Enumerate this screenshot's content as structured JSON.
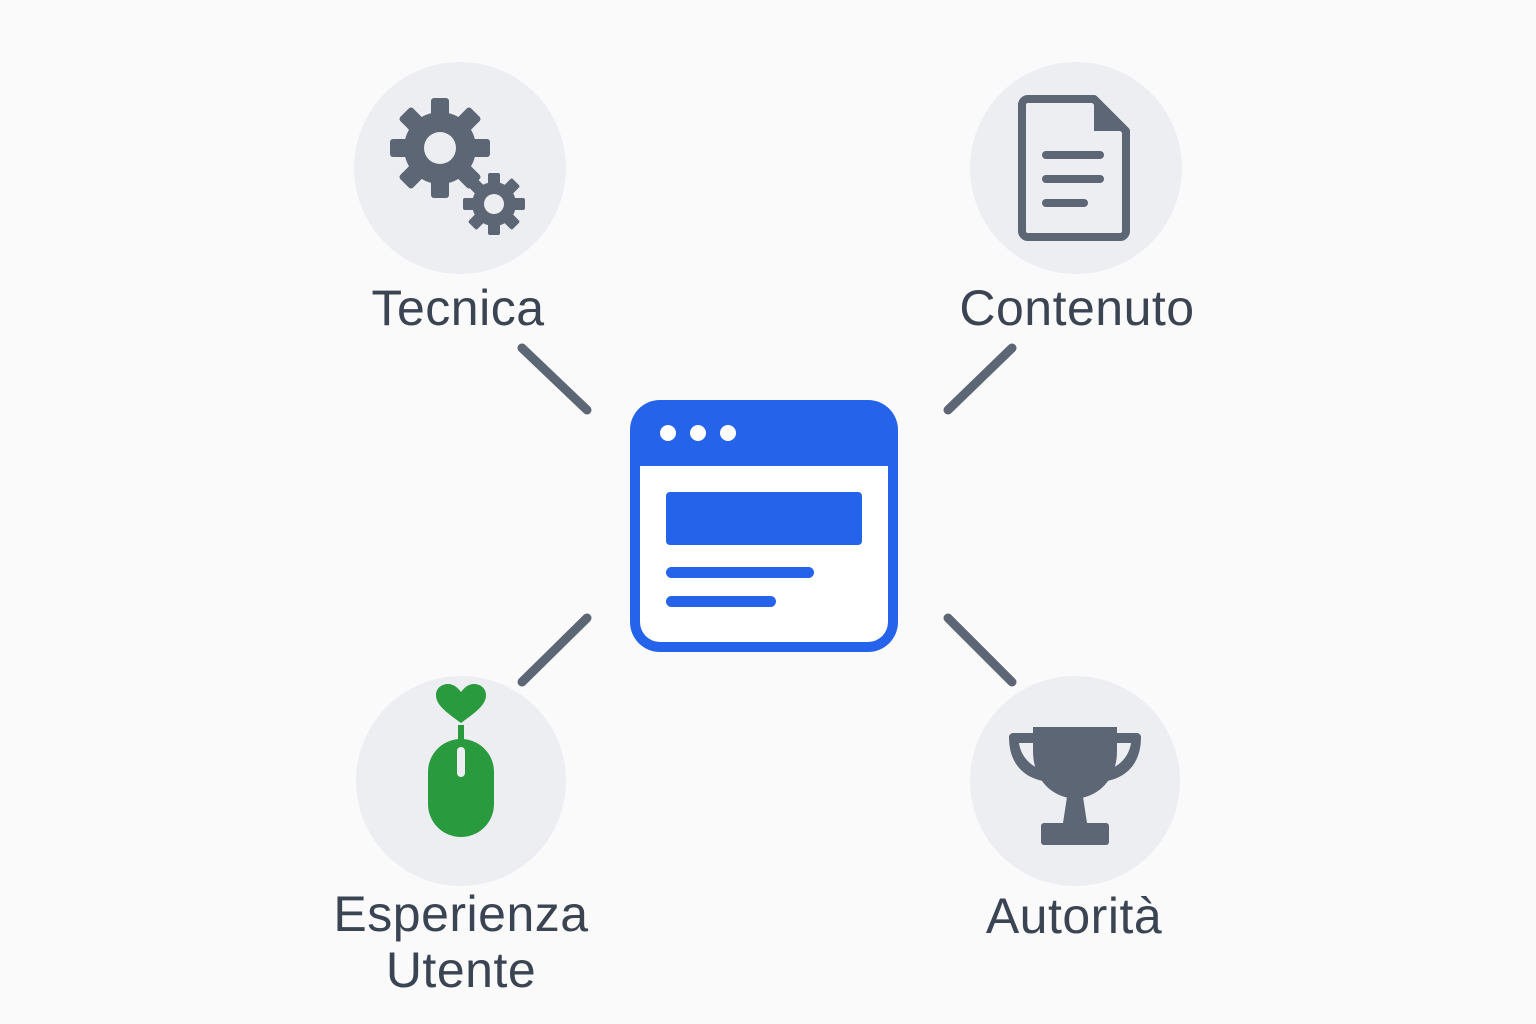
{
  "diagram": {
    "center": {
      "icon": "browser-window-icon",
      "accent_color": "#2563eb"
    },
    "nodes": [
      {
        "id": "tecnica",
        "label": "Tecnica",
        "icon": "gears-icon",
        "icon_color": "#5d6675"
      },
      {
        "id": "contenuto",
        "label": "Contenuto",
        "icon": "document-icon",
        "icon_color": "#5d6675"
      },
      {
        "id": "esperienza-utente",
        "label": "Esperienza Utente",
        "label_lines": [
          "Esperienza",
          "Utente"
        ],
        "icon": "mouse-heart-icon",
        "icon_color": "#2a9a3e"
      },
      {
        "id": "autorita",
        "label": "Autorità",
        "icon": "trophy-icon",
        "icon_color": "#5d6675"
      }
    ],
    "colors": {
      "background": "#fafafb",
      "circle_fill": "#eceef2",
      "connector": "#5d6675",
      "label_text": "#3b4452"
    }
  }
}
